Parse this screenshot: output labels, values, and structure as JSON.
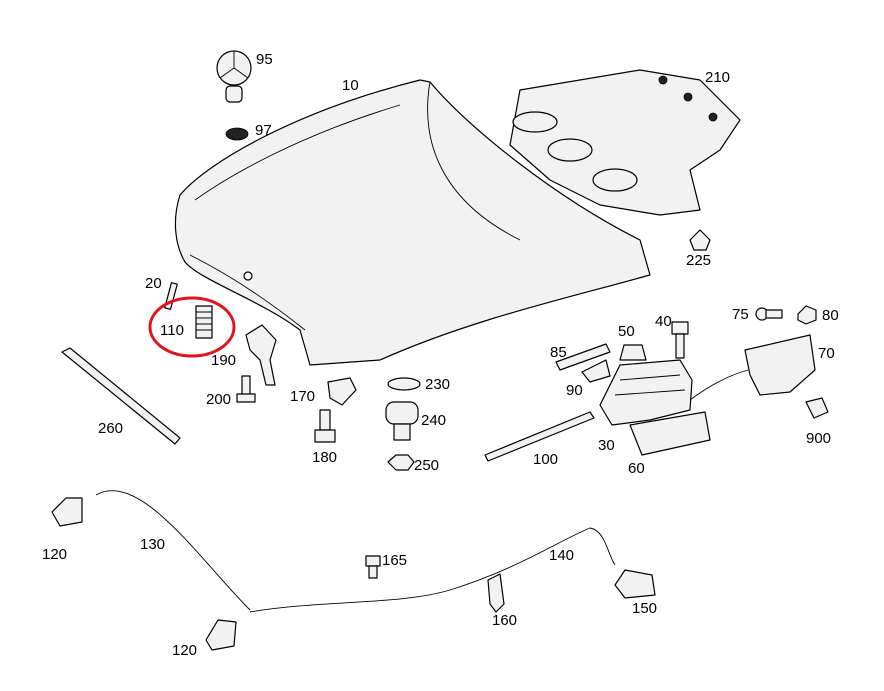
{
  "labels": {
    "p10": "10",
    "p20": "20",
    "p30": "30",
    "p40": "40",
    "p50": "50",
    "p60": "60",
    "p70": "70",
    "p75": "75",
    "p80": "80",
    "p85": "85",
    "p90": "90",
    "p95": "95",
    "p97": "97",
    "p100": "100",
    "p110": "110",
    "p120a": "120",
    "p120b": "120",
    "p130": "130",
    "p140": "140",
    "p150": "150",
    "p160": "160",
    "p165": "165",
    "p170": "170",
    "p180": "180",
    "p190": "190",
    "p200": "200",
    "p210": "210",
    "p225": "225",
    "p230": "230",
    "p240": "240",
    "p250": "250",
    "p260": "260",
    "p900": "900"
  },
  "highlight": {
    "part": "110",
    "color": "#e0141e"
  }
}
